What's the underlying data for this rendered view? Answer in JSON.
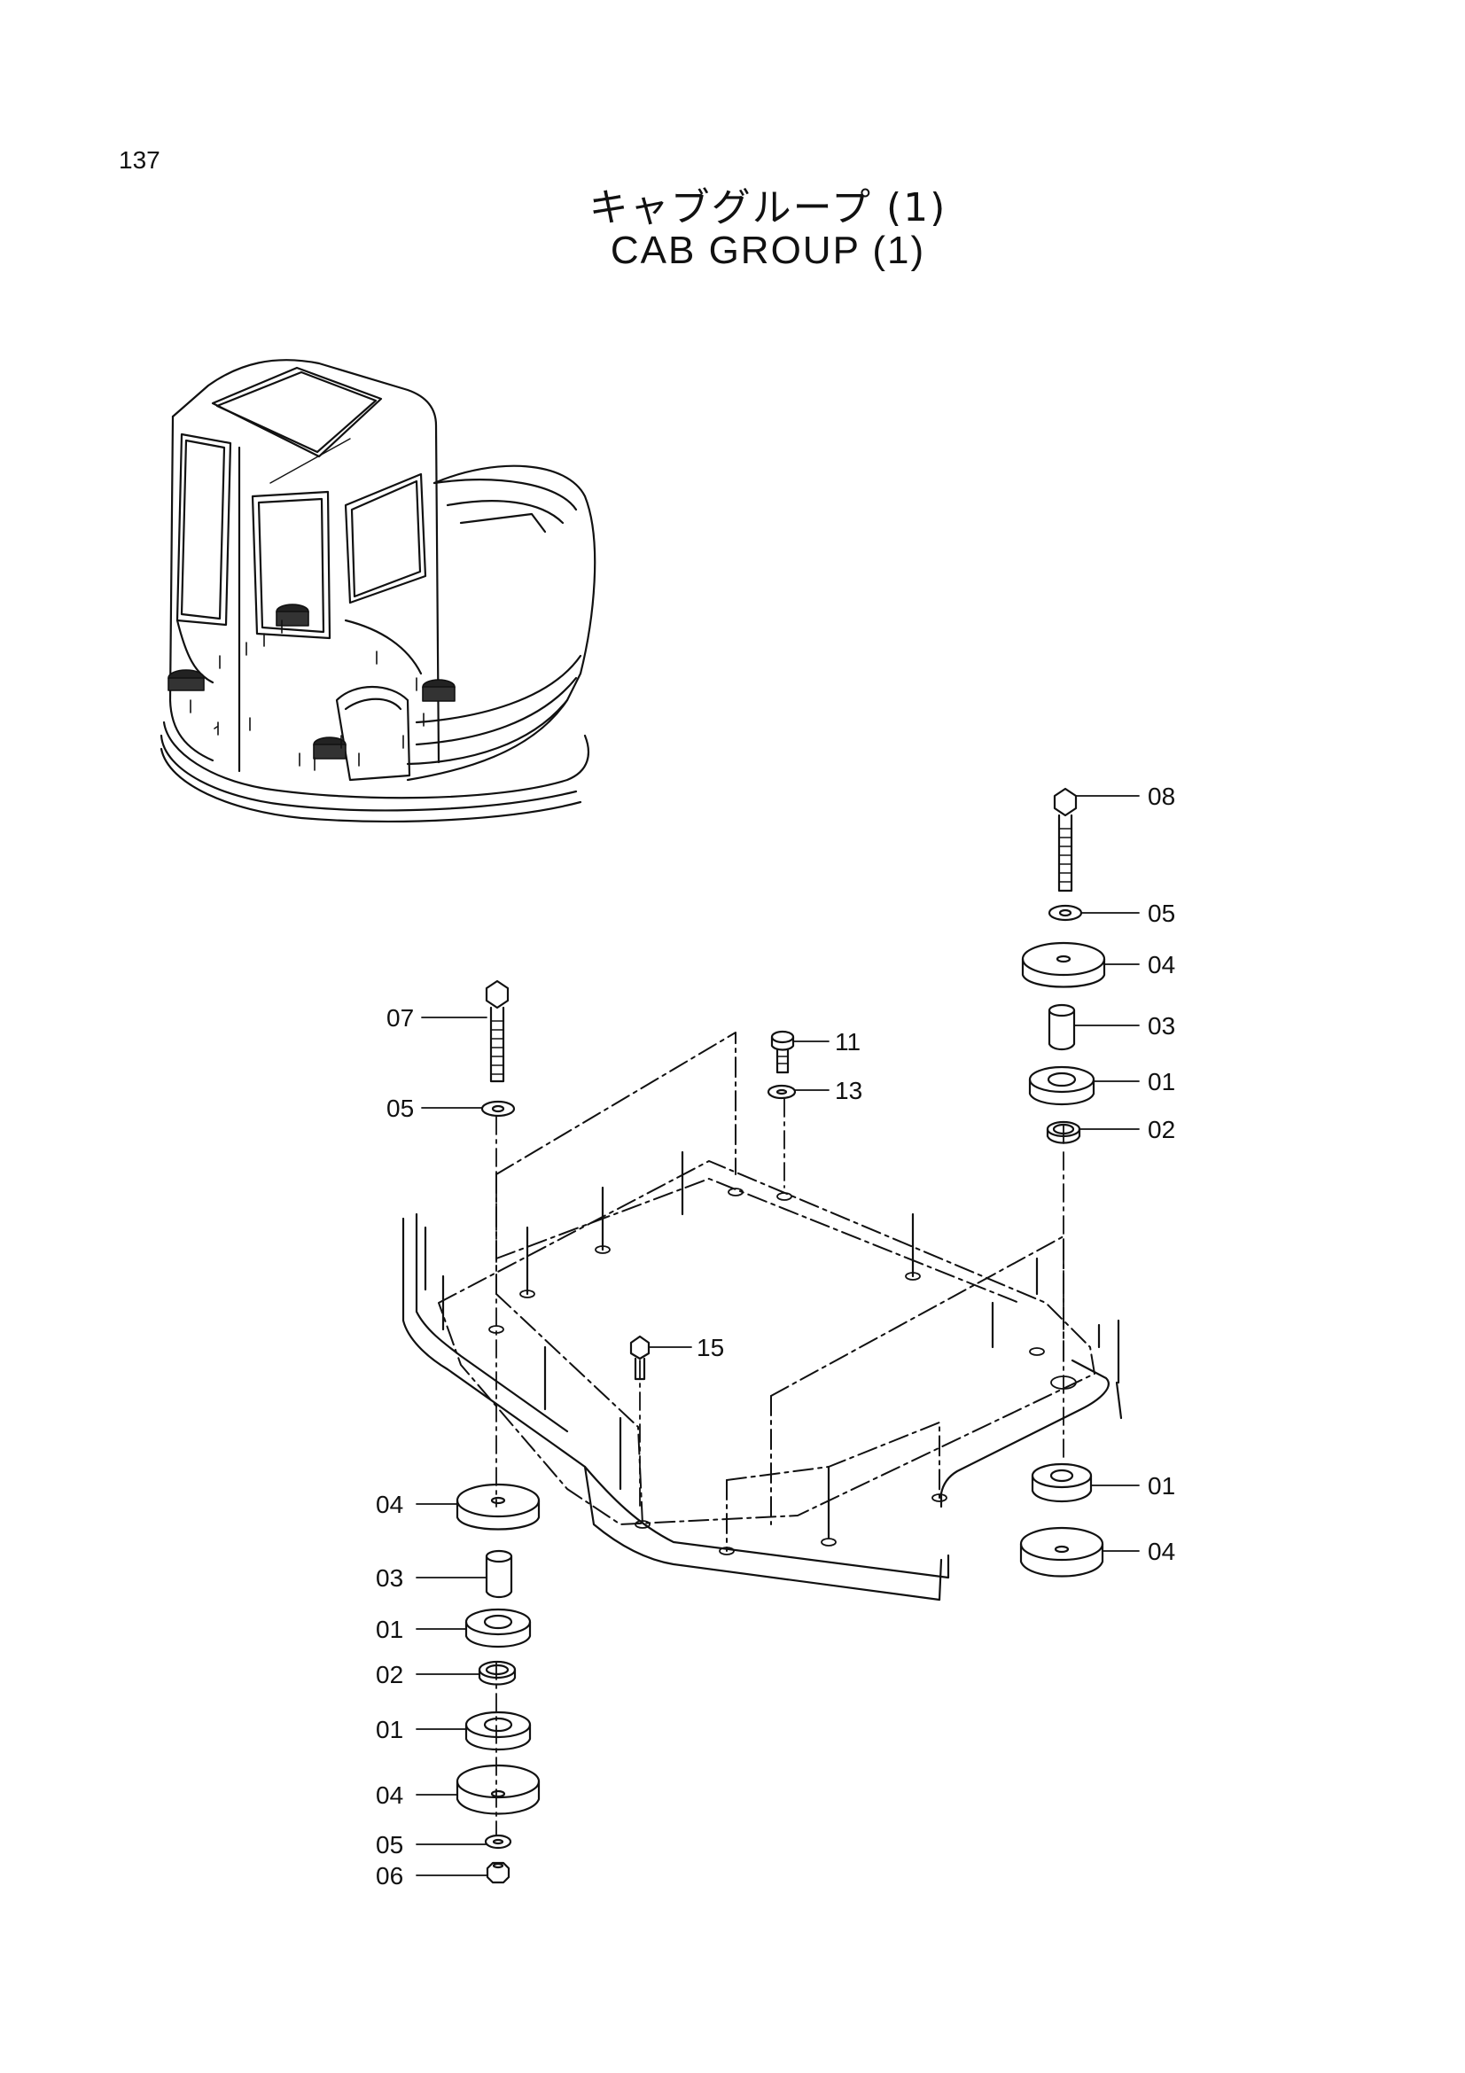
{
  "header": {
    "page_number": "137",
    "title_jp": "キャブグループ (1)",
    "title_en": "CAB GROUP (1)"
  },
  "callouts": {
    "right_stack": [
      "08",
      "05",
      "04",
      "03",
      "01",
      "02"
    ],
    "top_center": [
      "11",
      "13"
    ],
    "left_top": [
      "07",
      "05"
    ],
    "center": "15",
    "right_bottom": [
      "01",
      "04"
    ],
    "left_bottom": [
      "04",
      "03",
      "01",
      "02",
      "01",
      "04",
      "05",
      "06"
    ]
  }
}
